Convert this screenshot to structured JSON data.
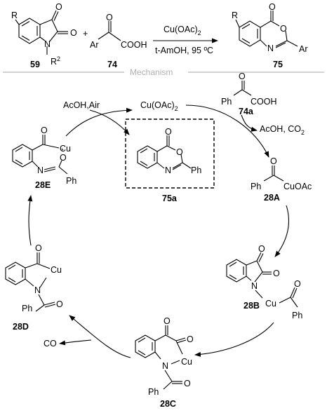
{
  "overview": {
    "reactant_59": {
      "R": "R",
      "O1": "O",
      "O2": "O",
      "N": "N",
      "R2": "R",
      "R2_sup": "2",
      "label": "59"
    },
    "plus": "+",
    "reactant_74": {
      "Ar": "Ar",
      "O": "O",
      "COOH": "COOH",
      "label": "74"
    },
    "conditions_top": "Cu(OAc)",
    "conditions_top_sub": "2",
    "conditions_bottom": "t-AmOH, 95 ºC",
    "product_75": {
      "R": "R",
      "O_carbonyl": "O",
      "O_ring": "O",
      "N": "N",
      "Ar": "Ar",
      "label": "75"
    }
  },
  "divider_label": "Mechanism",
  "mechanism": {
    "acoh_air": "AcOH,Air",
    "cuoac2": "Cu(OAc)",
    "cuoac2_sub": "2",
    "reagent_74a": {
      "Ph": "Ph",
      "O": "O",
      "COOH": "COOH",
      "label": "74a"
    },
    "byproducts": "AcOH, CO",
    "byproducts_sub": "2",
    "product_75a": {
      "O_carbonyl": "O",
      "O_ring": "O",
      "N": "N",
      "Ph": "Ph",
      "label": "75a"
    },
    "int_28A": {
      "O": "O",
      "Ph": "Ph",
      "CuOAc": "CuOAc",
      "label": "28A"
    },
    "int_28B": {
      "O1": "O",
      "O2": "O",
      "N": "N",
      "Cu": "Cu",
      "O3": "O",
      "Ph": "Ph",
      "label": "28B"
    },
    "int_28C": {
      "O1": "O",
      "O2": "O",
      "Cu": "Cu",
      "N": "N",
      "O3": "O",
      "Ph": "Ph",
      "label": "28C"
    },
    "co_release": "CO",
    "int_28D": {
      "O1": "O",
      "Cu": "Cu",
      "N": "N",
      "O2": "O",
      "Ph": "Ph",
      "label": "28D"
    },
    "int_28E": {
      "O1": "O",
      "Cu": "Cu",
      "O2": "O",
      "N": "N",
      "Ph": "Ph",
      "label": "28E"
    }
  }
}
